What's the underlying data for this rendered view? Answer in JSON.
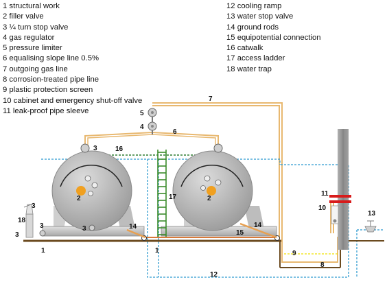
{
  "legend_left": [
    "1 structural work",
    "2 filler valve",
    "3 ¼ turn stop valve",
    "4 gas regulator",
    "5 pressure limiter",
    "6 equalising slope line 0.5%",
    "7 outgoing gas line",
    "8 corrosion-treated pipe line",
    "9 plastic protection screen",
    "10 cabinet and emergency shut-off valve",
    "11 leak-proof pipe sleeve"
  ],
  "legend_right": [
    "12 cooling ramp",
    "13 water stop valve",
    "14 ground rods",
    "15 equipotential connection",
    "16 catwalk",
    "17 access ladder",
    "18 water trap"
  ],
  "callouts": {
    "n1a": "1",
    "n1b": "1",
    "n2a": "2",
    "n2b": "2",
    "n3a": "3",
    "n3b": "3",
    "n3c": "3",
    "n3d": "3",
    "n3e": "3",
    "n4": "4",
    "n5": "5",
    "n6": "6",
    "n7": "7",
    "n8": "8",
    "n9": "9",
    "n10": "10",
    "n11": "11",
    "n12": "12",
    "n13": "13",
    "n14a": "14",
    "n14b": "14",
    "n15": "15",
    "n16": "16",
    "n17": "17",
    "n18": "18"
  },
  "colors": {
    "tank": "#b8b8b8",
    "pipe_gas": "#e8b870",
    "pipe_treated": "#d87a3a",
    "ground": "#6b4a1f",
    "cooling": "#2f9bd0",
    "catwalk": "#2e7d32",
    "ladder": "#3a8a2a",
    "filler": "#f0a020",
    "sleeve": "#d81b1b",
    "wall": "#9e9e9e"
  }
}
